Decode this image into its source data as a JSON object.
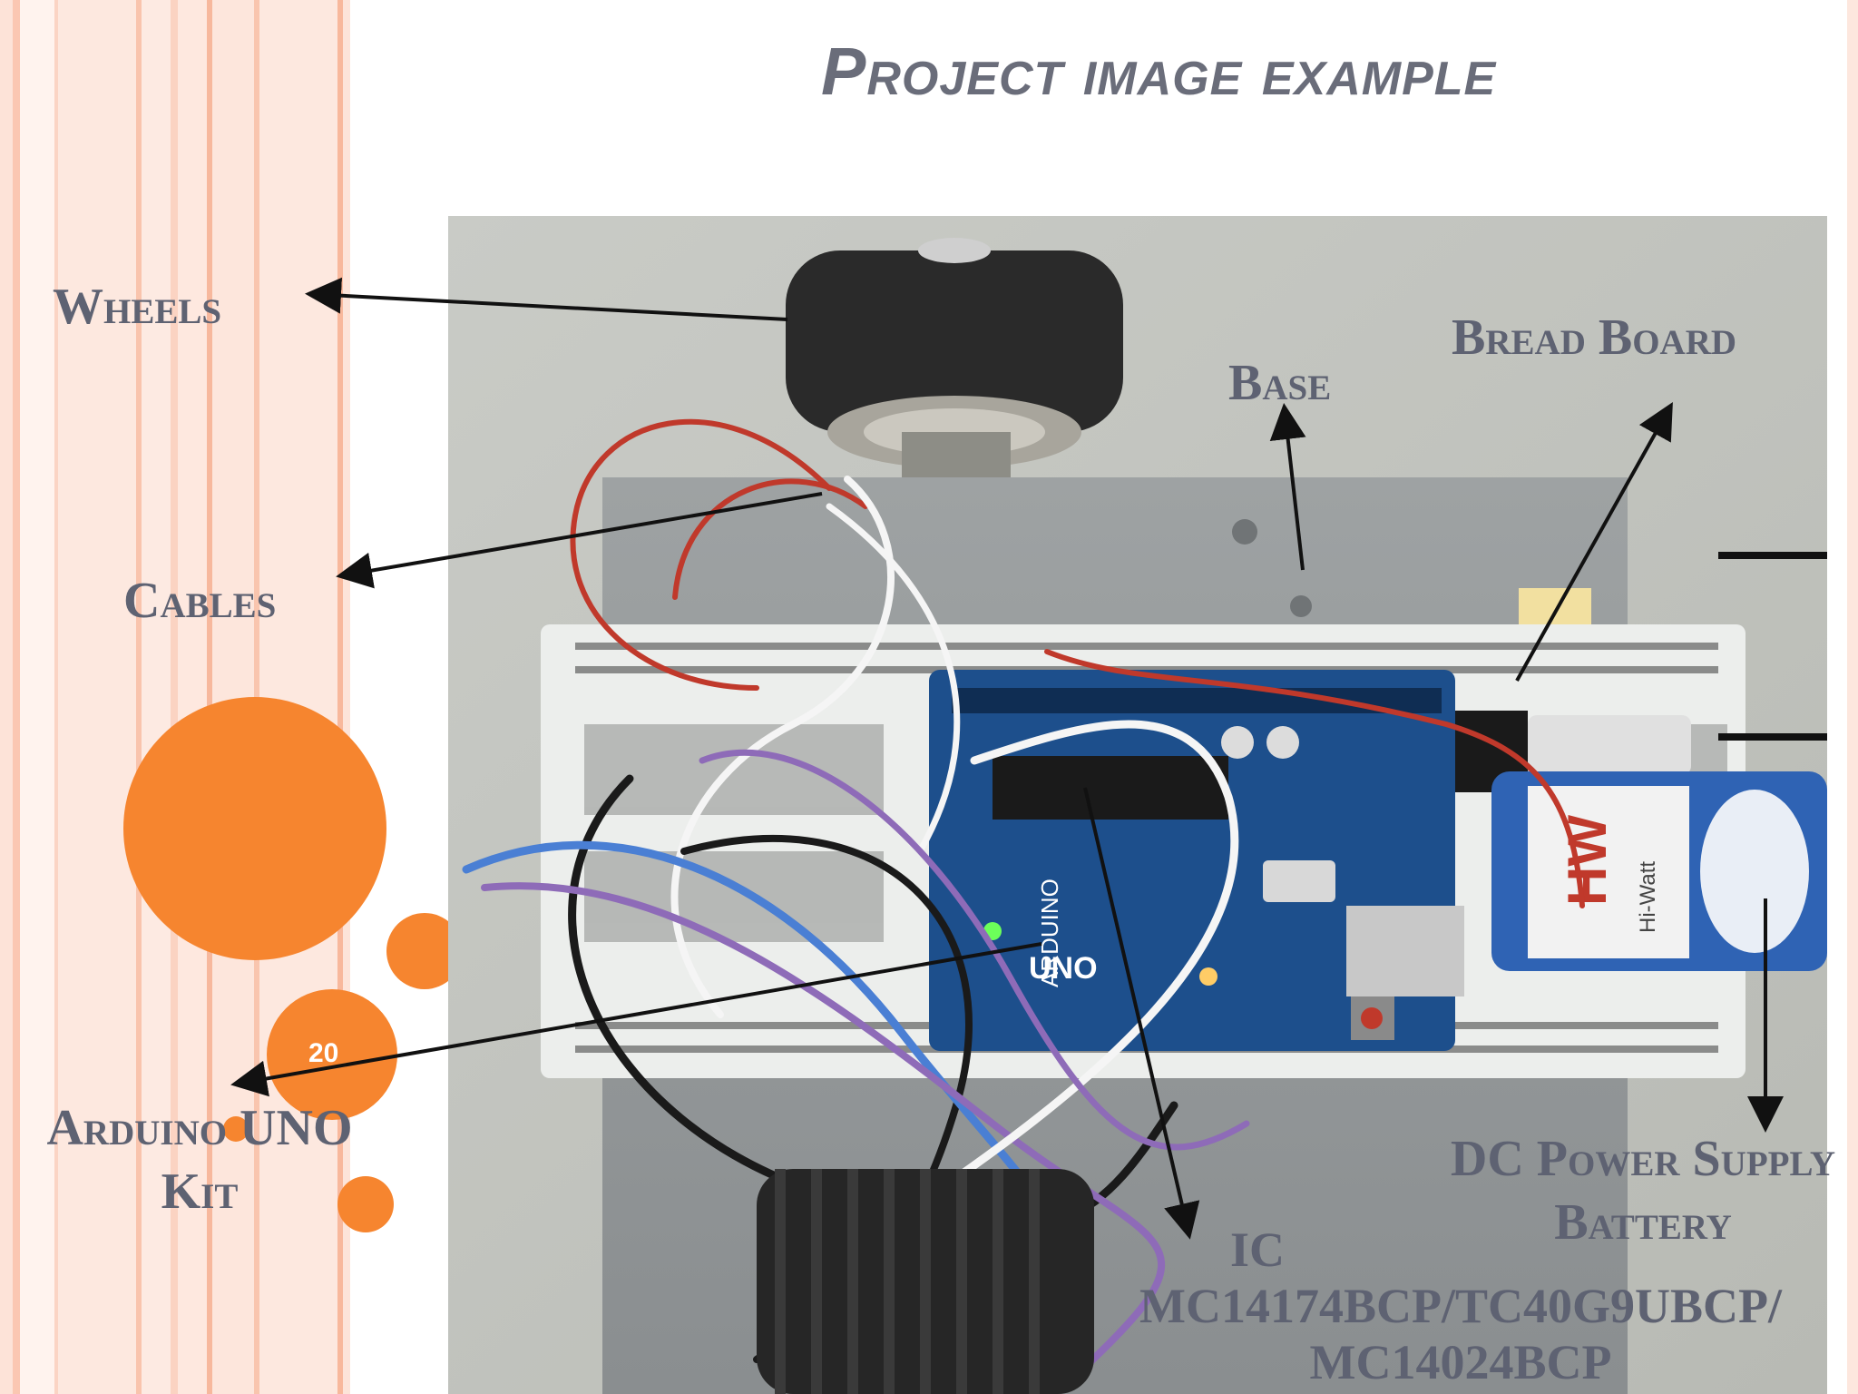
{
  "slide": {
    "title": "Project image example",
    "page_number": "20",
    "accent_color": "#f6852f",
    "title_color": "#6a6d7a"
  },
  "labels": {
    "wheels": "Wheels",
    "cables": "Cables",
    "base": "Base",
    "bread_board": "Bread Board",
    "arduino_line1": "Arduino UNO",
    "arduino_line2": "Kit",
    "dc_line1": "DC Power Supply",
    "dc_line2": "Battery",
    "ic_line1": "IC",
    "ic_line2": "MC14174BCP/TC40G9UBCP/",
    "ic_line3": "MC14024BCP"
  },
  "photo_text": {
    "arduino_brand": "ARDUINO",
    "board_model": "UNO",
    "battery_brand": "HW",
    "battery_name": "Hi-Watt"
  }
}
